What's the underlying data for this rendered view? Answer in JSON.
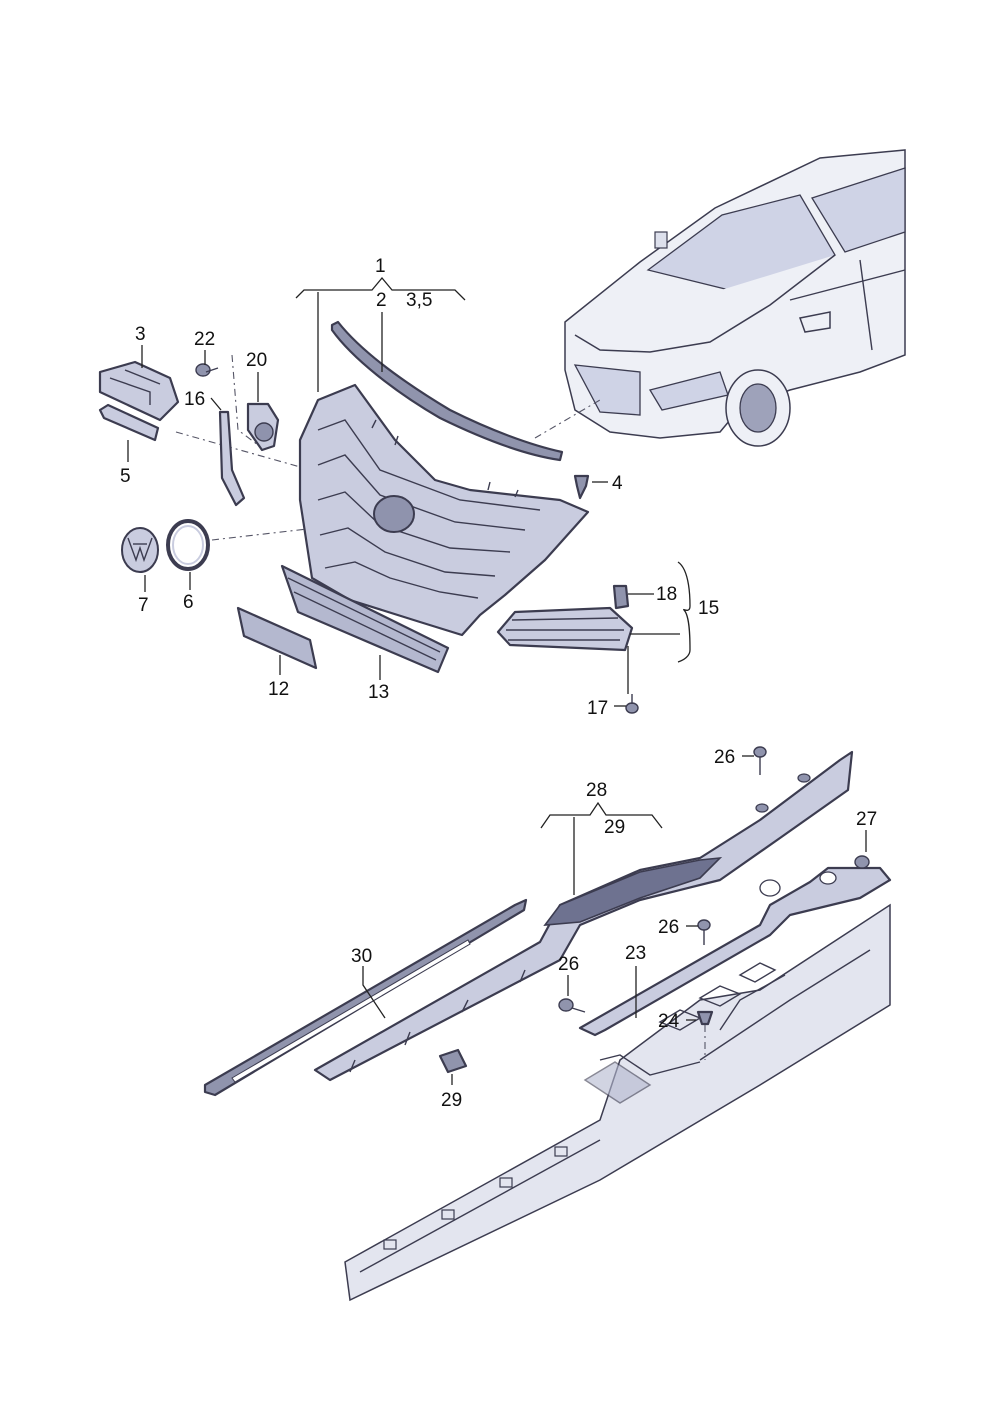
{
  "callouts": {
    "c1": "1",
    "c2": "2",
    "c3_5": "3,5",
    "c3": "3",
    "c22": "22",
    "c20": "20",
    "c16": "16",
    "c5": "5",
    "c4": "4",
    "c7": "7",
    "c6": "6",
    "c18": "18",
    "c15": "15",
    "c12": "12",
    "c13": "13",
    "c17": "17",
    "c26a": "26",
    "c28": "28",
    "c29a": "29",
    "c27": "27",
    "c26b": "26",
    "c23": "23",
    "c30": "30",
    "c26c": "26",
    "c24": "24",
    "c29b": "29"
  },
  "colors": {
    "part_fill": "#c9ccdf",
    "part_dark": "#8f93ad",
    "outline": "#3c3c50",
    "body_fill": "#e3e5ef"
  }
}
